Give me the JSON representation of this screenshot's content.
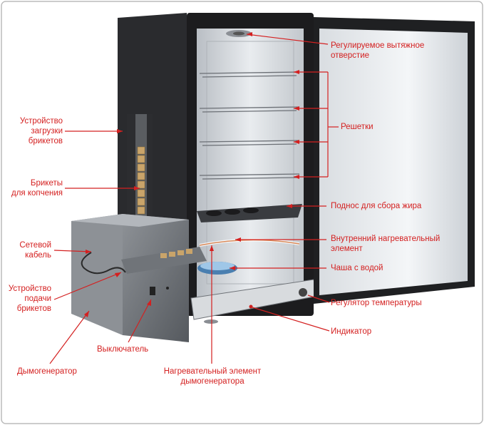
{
  "colors": {
    "label": "#d42020",
    "line": "#d42020",
    "cabinet": "#1c1c1e",
    "interior": "#cfd3d7",
    "metal": "#9a9ea3"
  },
  "labels": {
    "vent": [
      "Регулируемое вытяжное",
      "отверстие"
    ],
    "racks": [
      "Решетки"
    ],
    "drip_tray": [
      "Поднос для сбора жира"
    ],
    "inner_heater": [
      "Внутренний нагревательный",
      "элемент"
    ],
    "water_bowl": [
      "Чаша с водой"
    ],
    "temp_control": [
      "Регулятор температуры"
    ],
    "indicator": [
      "Индикатор"
    ],
    "smoke_heater": [
      "Нагревательный элемент",
      "дымогенератора"
    ],
    "loader": [
      "Устройство",
      "загрузки",
      "брикетов"
    ],
    "briquettes": [
      "Брикеты",
      "для копчения"
    ],
    "cable": [
      "Сетевой",
      "кабель"
    ],
    "feeder": [
      "Устройство",
      "подачи",
      "брикетов"
    ],
    "switch": [
      "Выключатель"
    ],
    "smoke_gen": [
      "Дымогенератор"
    ]
  },
  "icons": [
    "smoker-cabinet-illustration"
  ]
}
